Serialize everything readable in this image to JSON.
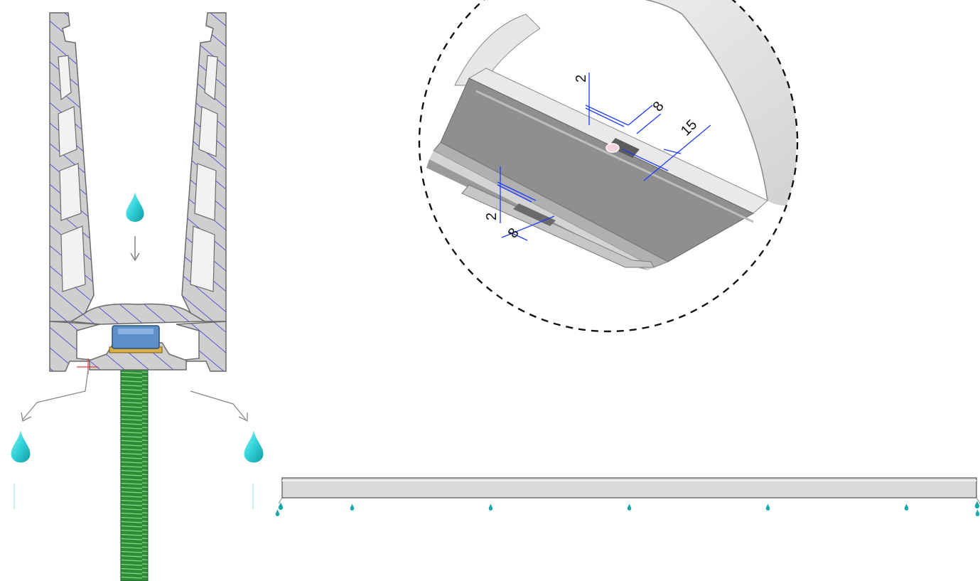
{
  "colors": {
    "profile_fill": "#cfcfcf",
    "profile_stroke": "#6a6a6a",
    "hatch": "#3b3bd0",
    "water": "#2fd2d8",
    "water_dark": "#1aa7ae",
    "rod": "#2f8a3a",
    "nut": "#5f8fc8",
    "washer": "#d8b04a",
    "dimension": "#1f3cff",
    "detail_circle": "#111111",
    "rail": "#d9d9d9"
  },
  "icons": {
    "water_drop": "water-drop-icon",
    "flow_arrow": "arrow-icon"
  },
  "detail": {
    "dimensions": [
      {
        "id": "slot-depth-top",
        "label": "2"
      },
      {
        "id": "slot-width-top",
        "label": "8"
      },
      {
        "id": "hole-spacing",
        "label": "15"
      },
      {
        "id": "slot-depth-bottom",
        "label": "2"
      },
      {
        "id": "slot-width-bottom",
        "label": "8"
      }
    ]
  }
}
